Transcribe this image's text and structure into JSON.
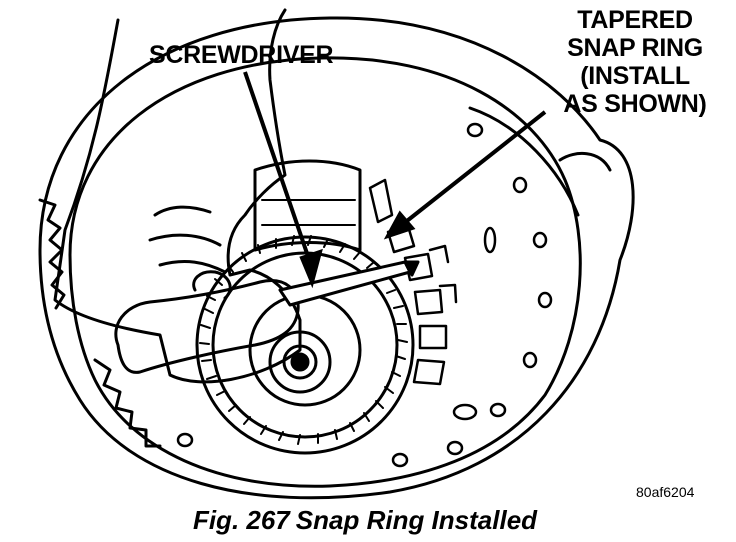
{
  "illustration": {
    "callouts": {
      "screwdriver": "SCREWDRIVER",
      "snap_ring_lines": [
        "TAPERED",
        "SNAP RING",
        "(INSTALL",
        "AS SHOWN)"
      ]
    },
    "figure_id": "80af6204",
    "caption": {
      "number": "Fig. 267",
      "title": "Snap Ring Installed"
    }
  }
}
